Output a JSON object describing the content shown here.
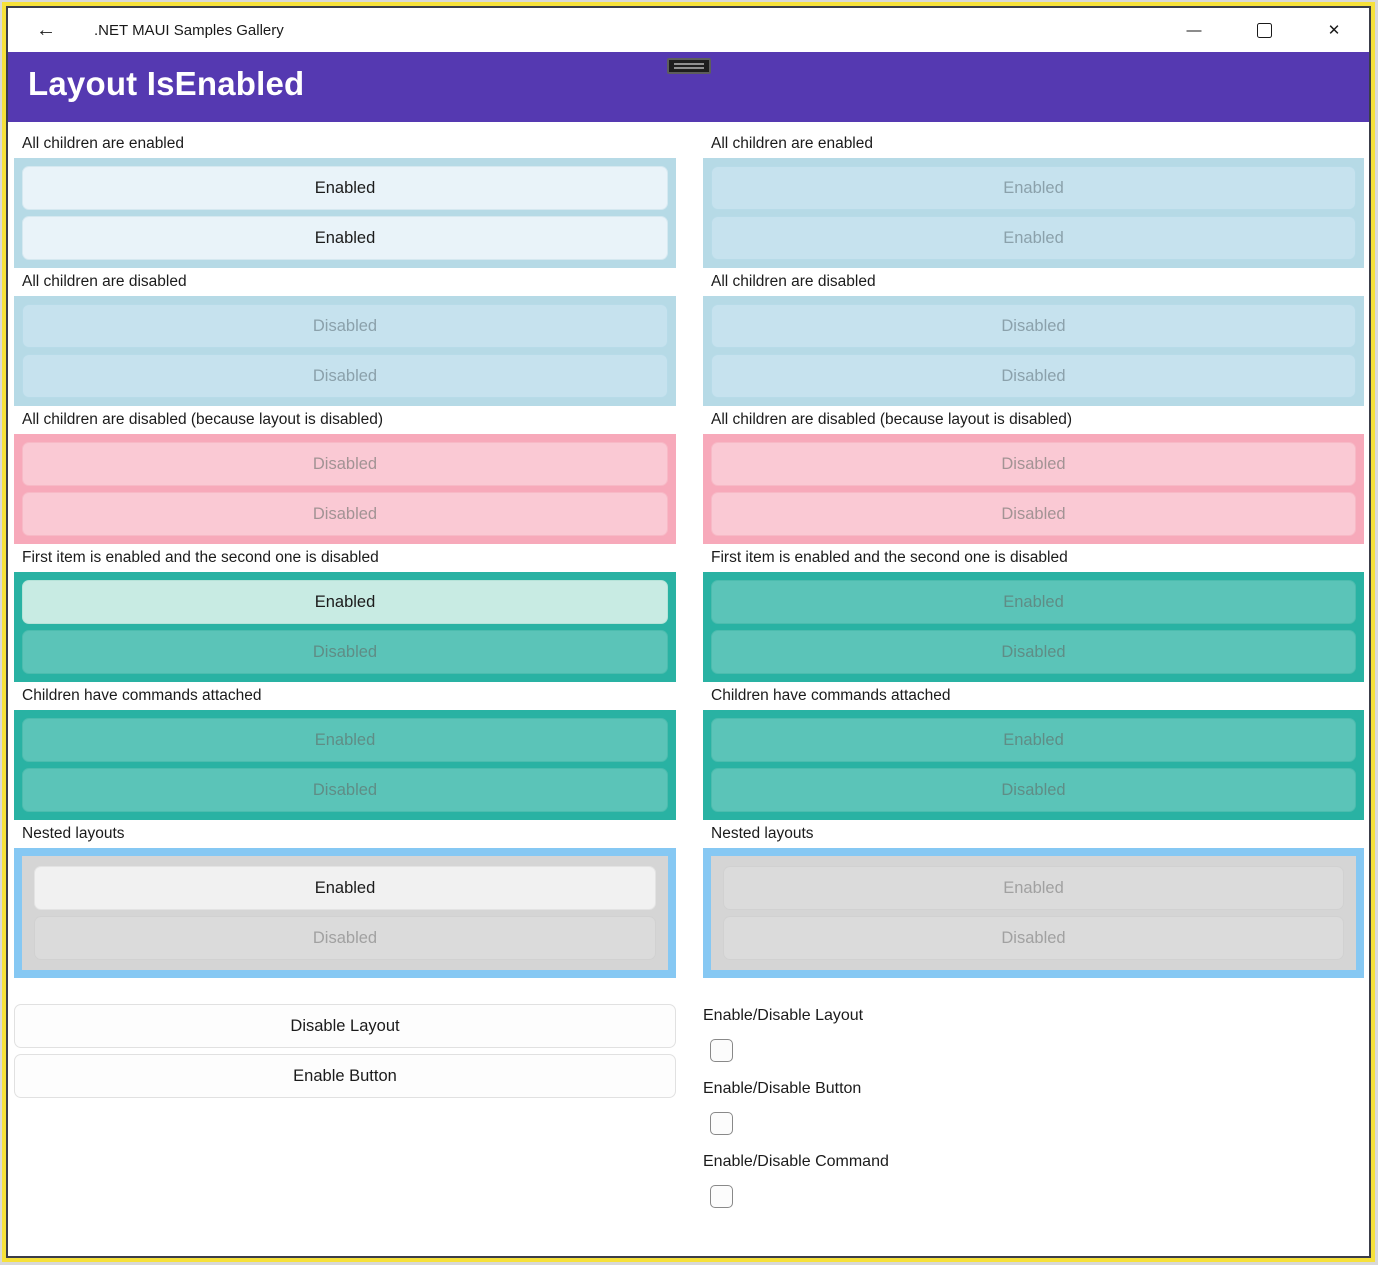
{
  "window": {
    "title": ".NET MAUI Samples Gallery",
    "back_icon": "←",
    "minimize_icon": "—",
    "close_icon": "✕"
  },
  "header": {
    "title": "Layout IsEnabled"
  },
  "colors": {
    "header_purple": "#5539b1",
    "frame_yellow": "#f6e13a",
    "frame_line": "#3a3d49",
    "layout_blue": "#b6dae6",
    "layout_pink": "#f7a9ba",
    "layout_teal": "#29b2a3",
    "nested_outer_blue": "#86c8f3",
    "nested_inner_gray": "#d5d5d5"
  },
  "columns": {
    "left": {
      "sections": [
        {
          "label": "All children are enabled",
          "theme": "blue",
          "buttons": [
            {
              "label": "Enabled",
              "style": "blue-enabled"
            },
            {
              "label": "Enabled",
              "style": "blue-enabled"
            }
          ]
        },
        {
          "label": "All children are disabled",
          "theme": "blue",
          "buttons": [
            {
              "label": "Disabled",
              "style": "blue-disabled"
            },
            {
              "label": "Disabled",
              "style": "blue-disabled"
            }
          ]
        },
        {
          "label": "All children are disabled (because layout is disabled)",
          "theme": "pink",
          "buttons": [
            {
              "label": "Disabled",
              "style": "pink-disabled"
            },
            {
              "label": "Disabled",
              "style": "pink-disabled"
            }
          ]
        },
        {
          "label": "First item is enabled and the second one is disabled",
          "theme": "teal",
          "buttons": [
            {
              "label": "Enabled",
              "style": "teal-enabled"
            },
            {
              "label": "Disabled",
              "style": "teal-disabled"
            }
          ]
        },
        {
          "label": "Children have commands attached",
          "theme": "teal",
          "buttons": [
            {
              "label": "Enabled",
              "style": "teal-disabled"
            },
            {
              "label": "Disabled",
              "style": "teal-disabled"
            }
          ]
        },
        {
          "label": "Nested layouts",
          "theme": "nested",
          "buttons": [
            {
              "label": "Enabled",
              "style": "gray-enabled"
            },
            {
              "label": "Disabled",
              "style": "gray-disabled"
            }
          ]
        }
      ],
      "footer_buttons": [
        {
          "label": "Disable Layout"
        },
        {
          "label": "Enable Button"
        }
      ]
    },
    "right": {
      "sections": [
        {
          "label": "All children are enabled",
          "theme": "blue",
          "buttons": [
            {
              "label": "Enabled",
              "style": "blue-disabled"
            },
            {
              "label": "Enabled",
              "style": "blue-disabled"
            }
          ]
        },
        {
          "label": "All children are disabled",
          "theme": "blue",
          "buttons": [
            {
              "label": "Disabled",
              "style": "blue-disabled"
            },
            {
              "label": "Disabled",
              "style": "blue-disabled"
            }
          ]
        },
        {
          "label": "All children are disabled (because layout is disabled)",
          "theme": "pink",
          "buttons": [
            {
              "label": "Disabled",
              "style": "pink-disabled"
            },
            {
              "label": "Disabled",
              "style": "pink-disabled"
            }
          ]
        },
        {
          "label": "First item is enabled and the second one is disabled",
          "theme": "teal",
          "buttons": [
            {
              "label": "Enabled",
              "style": "teal-disabled"
            },
            {
              "label": "Disabled",
              "style": "teal-disabled"
            }
          ]
        },
        {
          "label": "Children have commands attached",
          "theme": "teal",
          "buttons": [
            {
              "label": "Enabled",
              "style": "teal-disabled"
            },
            {
              "label": "Disabled",
              "style": "teal-disabled"
            }
          ]
        },
        {
          "label": "Nested layouts",
          "theme": "nested",
          "buttons": [
            {
              "label": "Enabled",
              "style": "gray-disabled"
            },
            {
              "label": "Disabled",
              "style": "gray-disabled"
            }
          ]
        }
      ],
      "toggles": [
        {
          "label": "Enable/Disable Layout",
          "checked": false
        },
        {
          "label": "Enable/Disable Button",
          "checked": false
        },
        {
          "label": "Enable/Disable Command",
          "checked": false
        }
      ]
    }
  }
}
